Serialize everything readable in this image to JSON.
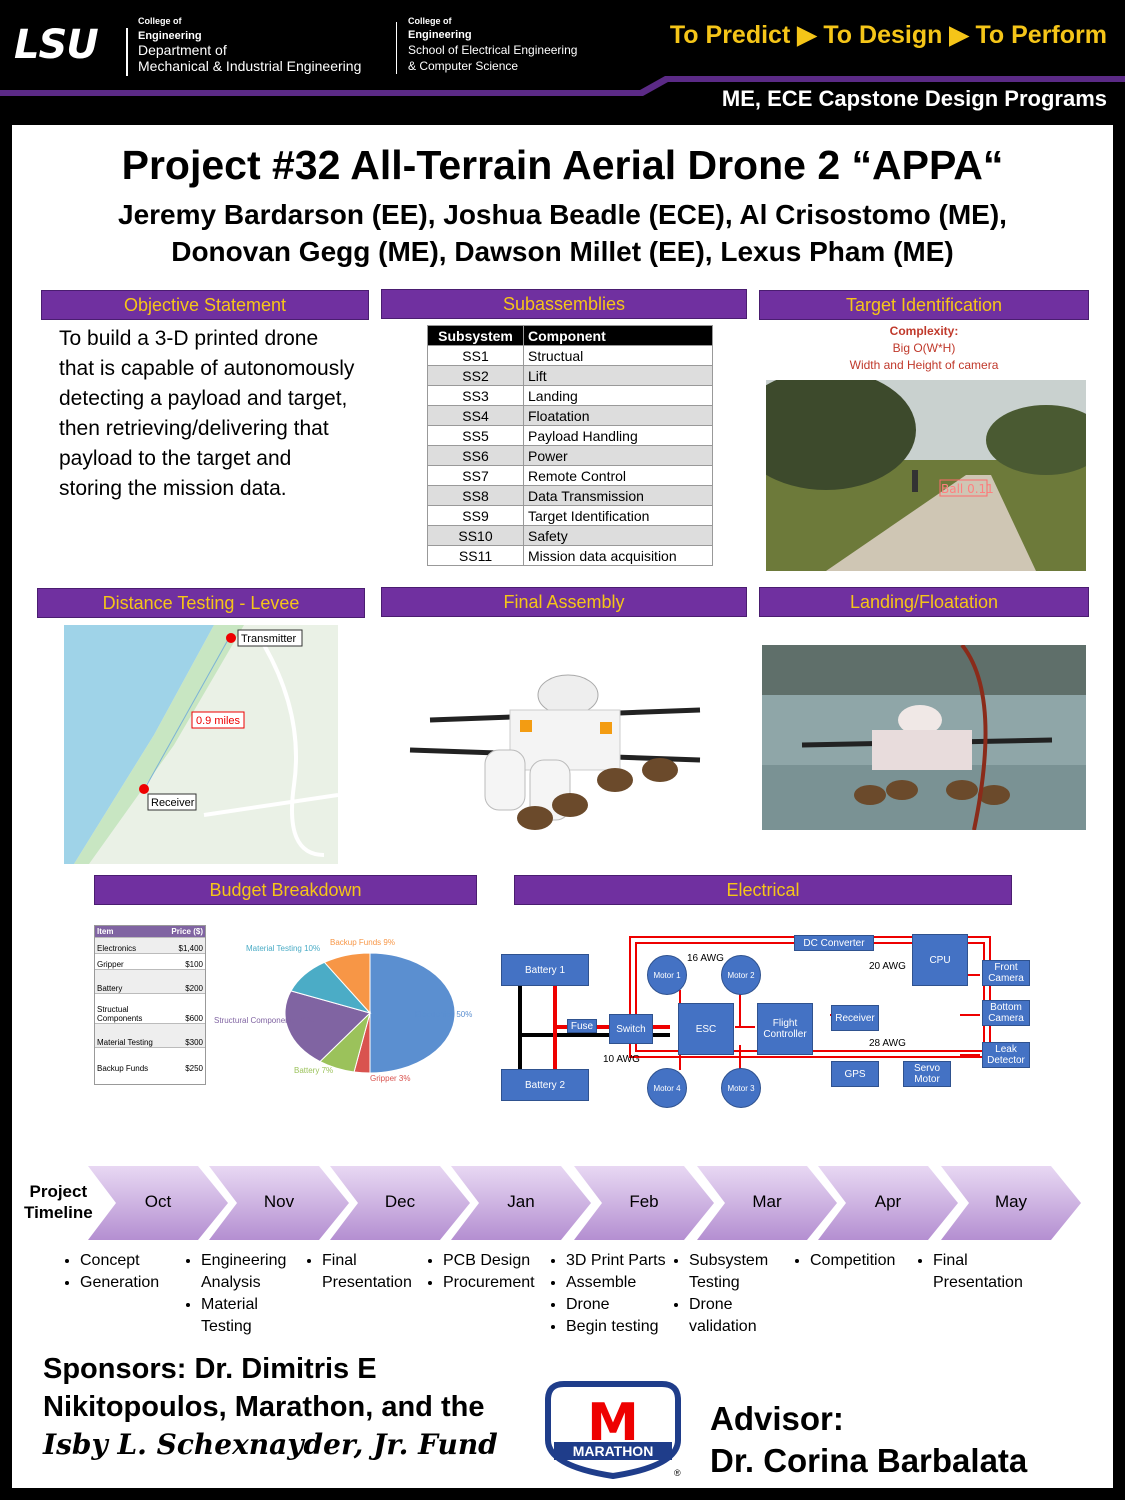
{
  "header": {
    "logo": "LSU",
    "college1_small": "College of",
    "college1_eng": "Engineering",
    "dept1_line1": "Department of",
    "dept1_line2": "Mechanical & Industrial Engineering",
    "college2_small": "College of",
    "college2_eng": "Engineering",
    "dept2_line1": "School of Electrical Engineering",
    "dept2_line2": "& Computer Science",
    "tagline": "To Predict ▶ To Design ▶ To Perform",
    "program": "ME, ECE Capstone Design Programs",
    "accent": "#5b2a86",
    "gold": "#f5c518"
  },
  "title": "Project #32 All-Terrain Aerial Drone 2 “APPA“",
  "authors_line1": "Jeremy Bardarson (EE), Joshua Beadle (ECE), Al Crisostomo (ME),",
  "authors_line2": "Donovan Gegg (ME), Dawson Millet (EE), Lexus Pham (ME)",
  "objective": {
    "heading": "Objective Statement",
    "text": "To build a 3-D printed drone that is capable of autonomously detecting a payload and target, then retrieving/delivering that payload to the target and storing the mission data."
  },
  "subassemblies": {
    "heading": "Subassemblies",
    "col1": "Subsystem",
    "col2": "Component",
    "rows": [
      [
        "SS1",
        "Structual"
      ],
      [
        "SS2",
        "Lift"
      ],
      [
        "SS3",
        "Landing"
      ],
      [
        "SS4",
        "Floatation"
      ],
      [
        "SS5",
        "Payload Handling"
      ],
      [
        "SS6",
        "Power"
      ],
      [
        "SS7",
        "Remote Control"
      ],
      [
        "SS8",
        "Data Transmission"
      ],
      [
        "SS9",
        "Target Identification"
      ],
      [
        "SS10",
        "Safety"
      ],
      [
        "SS11",
        "Mission data acquisition"
      ]
    ]
  },
  "target": {
    "heading": "Target Identification",
    "complexity": "Complexity:",
    "big_o": "Big O(W*H)",
    "note": "Width and Height of camera",
    "detect_label": "Ball 0.11"
  },
  "distance": {
    "heading": "Distance Testing - Levee",
    "transmitter": "Transmitter",
    "receiver": "Receiver",
    "distance": "0.9 miles"
  },
  "final_assembly": {
    "heading": "Final Assembly"
  },
  "landing": {
    "heading": "Landing/Floatation"
  },
  "budget": {
    "heading": "Budget Breakdown",
    "col_item": "Item",
    "col_price": "Price ($)",
    "rows": [
      [
        "Electronics",
        "$1,400"
      ],
      [
        "Gripper",
        "$100"
      ],
      [
        "Battery",
        "$200"
      ],
      [
        "Structual Components",
        "$600"
      ],
      [
        "Material Testing",
        "$300"
      ],
      [
        "Backup Funds",
        "$250"
      ]
    ]
  },
  "chart_data": {
    "type": "pie",
    "title": "",
    "slices": [
      {
        "label": "Electronics 50%",
        "value": 50,
        "color": "#5b8fd0"
      },
      {
        "label": "Gripper 3%",
        "value": 3,
        "color": "#d9534f"
      },
      {
        "label": "Battery 7%",
        "value": 7,
        "color": "#9bc25b"
      },
      {
        "label": "Structural Components 21%",
        "value": 21,
        "color": "#8064a2"
      },
      {
        "label": "Material Testing 10%",
        "value": 10,
        "color": "#4bacc6"
      },
      {
        "label": "Backup Funds 9%",
        "value": 9,
        "color": "#f79646"
      }
    ]
  },
  "electrical": {
    "heading": "Electrical",
    "battery1": "Battery 1",
    "battery2": "Battery 2",
    "fuse": "Fuse",
    "switch": "Switch",
    "esc": "ESC",
    "motor1": "Motor 1",
    "motor2": "Motor 2",
    "motor3": "Motor 3",
    "motor4": "Motor 4",
    "fc": "Flight Controller",
    "receiver": "Receiver",
    "gps": "GPS",
    "servo": "Servo Motor",
    "dc": "DC Converter",
    "cpu": "CPU",
    "front": "Front Camera",
    "bottom": "Bottom Camera",
    "leak": "Leak Detector",
    "awg16": "16 AWG",
    "awg20": "20 AWG",
    "awg10": "10 AWG",
    "awg28": "28 AWG"
  },
  "timeline": {
    "label_line1": "Project",
    "label_line2": "Timeline",
    "months": [
      "Oct",
      "Nov",
      "Dec",
      "Jan",
      "Feb",
      "Mar",
      "Apr",
      "May"
    ],
    "items": [
      [
        "Concept",
        "Generation"
      ],
      [
        "Engineering Analysis",
        "Material Testing"
      ],
      [
        "Final Presentation"
      ],
      [
        "PCB Design",
        "Procurement"
      ],
      [
        "3D Print Parts",
        "Assemble",
        "Drone",
        "Begin  testing"
      ],
      [
        "Subsystem Testing",
        "Drone validation"
      ],
      [
        "Competition"
      ],
      [
        "Final Presentation"
      ]
    ]
  },
  "sponsors": {
    "line1": "Sponsors: Dr. Dimitris E",
    "line2": "Nikitopoulos, Marathon, and the",
    "line3": "Isby L. Schexnayder, Jr. Fund"
  },
  "marathon": {
    "letter": "M",
    "word": "MARATHON",
    "reg": "®"
  },
  "advisor": {
    "label": "Advisor:",
    "name": "Dr. Corina Barbalata"
  }
}
